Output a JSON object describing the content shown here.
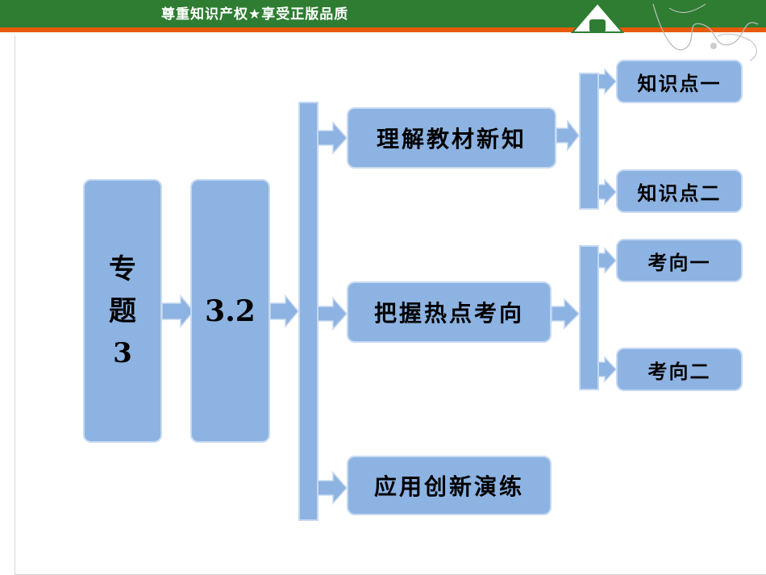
{
  "banner": {
    "text": "尊重知识产权★享受正版品质"
  },
  "level0": {
    "chars": [
      "专",
      "题",
      "3"
    ]
  },
  "level1": {
    "label": "3.2"
  },
  "level2": [
    {
      "label": "理解教材新知"
    },
    {
      "label": "把握热点考向"
    },
    {
      "label": "应用创新演练"
    }
  ],
  "level3_group1": [
    {
      "label": "知识点一"
    },
    {
      "label": "知识点二"
    }
  ],
  "level3_group2": [
    {
      "label": "考向一"
    },
    {
      "label": "考向二"
    }
  ],
  "colors": {
    "box_fill": "#8db3e2",
    "box_border": "#c6d9f1",
    "banner_green": "#2e7d32",
    "banner_orange": "#e85a0c"
  }
}
